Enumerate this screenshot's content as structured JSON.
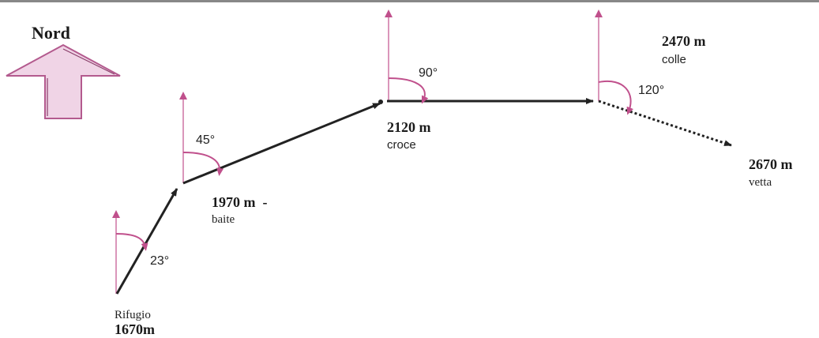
{
  "north_label": "Nord",
  "colors": {
    "path": "#222222",
    "reference": "#c0508c",
    "arrow_fill": "#f0d4e6"
  },
  "waypoints": [
    {
      "id": "rifugio",
      "name": "Rifugio",
      "altitude": "1670m"
    },
    {
      "id": "baite",
      "name": "baite",
      "altitude": "1970 m  -"
    },
    {
      "id": "croce",
      "name": "croce",
      "altitude": "2120 m"
    },
    {
      "id": "colle",
      "name": "colle",
      "altitude": "2470 m"
    },
    {
      "id": "vetta",
      "name": "vetta",
      "altitude": "2670 m"
    }
  ],
  "bearings": [
    {
      "at": "rifugio",
      "label": "23°"
    },
    {
      "at": "baite",
      "label": "45°"
    },
    {
      "at": "croce",
      "label": "90°"
    },
    {
      "at": "colle",
      "label": "120°"
    }
  ]
}
